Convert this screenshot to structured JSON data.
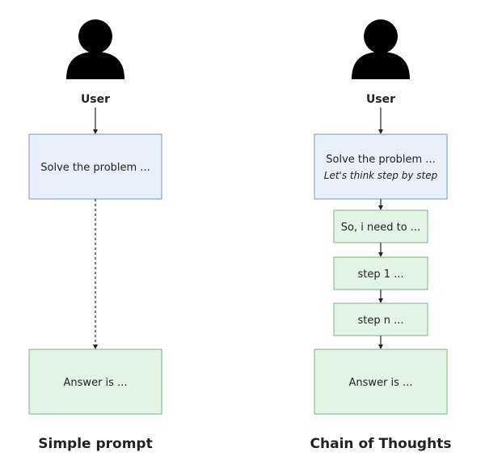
{
  "left": {
    "user_label": "User",
    "prompt_text": "Solve the problem ...",
    "answer_text": "Answer is ...",
    "caption": "Simple prompt"
  },
  "right": {
    "user_label": "User",
    "prompt_line1": "Solve the problem ...",
    "prompt_line2": "Let's think step by step",
    "steps": [
      "So, i need to ...",
      "step 1 ...",
      "step n ..."
    ],
    "answer_text": "Answer is ...",
    "caption": "Chain of Thoughts"
  },
  "colors": {
    "prompt_fill": "#e8f0fc",
    "prompt_stroke": "#7e95b8",
    "answer_fill": "#e2f5e4",
    "answer_stroke": "#82ad88",
    "icon": "#000000"
  }
}
